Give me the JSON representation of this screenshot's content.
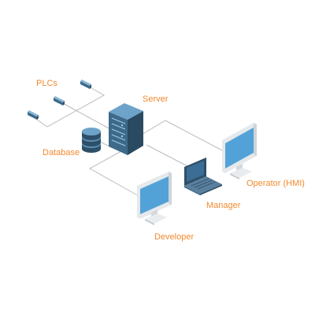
{
  "labels": {
    "plcs": "PLCs",
    "server": "Server",
    "database": "Database",
    "manager": "Manager",
    "operator": "Operator (HMI)",
    "developer": "Developer"
  },
  "colors": {
    "label": "#f28a2e",
    "line": "#b9bcc0",
    "device_dark": "#2e4f68",
    "device_mid": "#3e6a8a",
    "device_light": "#5b8fb6",
    "screen": "#52a2d8",
    "frame": "#e6e9ec"
  },
  "icons": [
    "plc-icon",
    "server-icon",
    "database-icon",
    "laptop-icon",
    "monitor-icon"
  ]
}
